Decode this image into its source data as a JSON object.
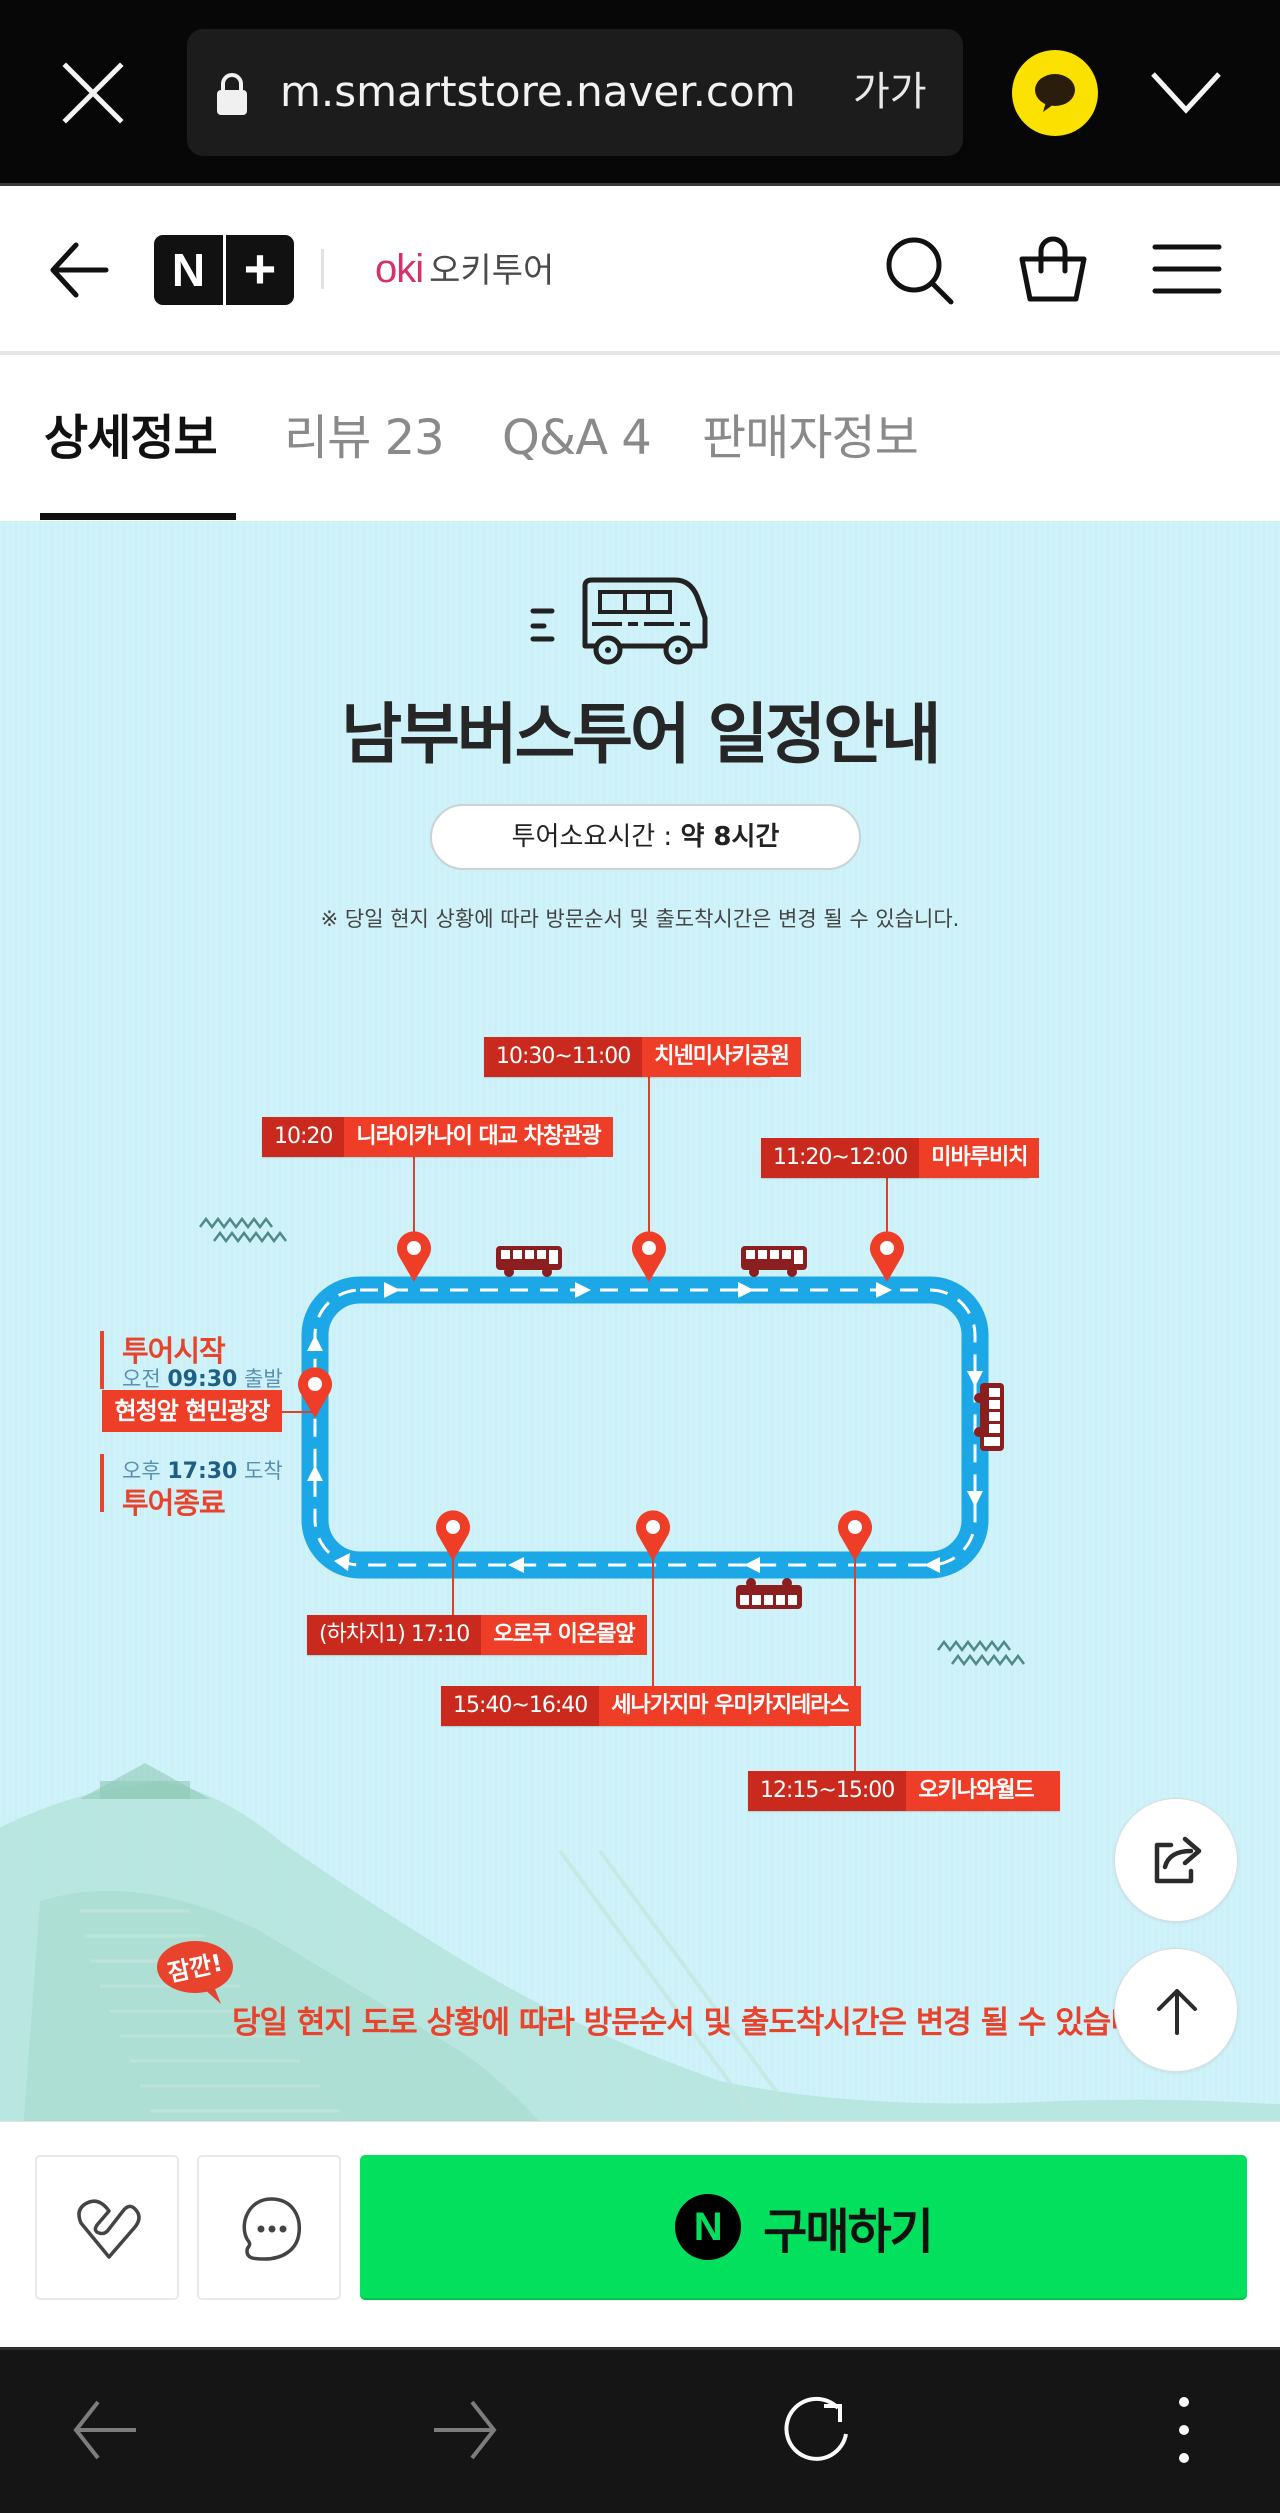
{
  "browser": {
    "url": "m.smartstore.naver.com",
    "font_size_label": "가가",
    "icons": {
      "close": "close-icon",
      "lock": "lock-icon",
      "kakao": "kakaotalk-icon",
      "expand": "chevron-down-icon"
    }
  },
  "header": {
    "logo": {
      "left": "N",
      "right": "+"
    },
    "store_brand_en": "oki",
    "store_brand_kr": "오키투어",
    "icons": [
      "back-arrow-icon",
      "search-icon",
      "shopping-bag-icon",
      "hamburger-menu-icon"
    ]
  },
  "tabs": [
    {
      "label": "상세정보",
      "active": true
    },
    {
      "label": "리뷰 23",
      "active": false
    },
    {
      "label": "Q&A 4",
      "active": false
    },
    {
      "label": "판매자정보",
      "active": false
    }
  ],
  "detail": {
    "title": "남부버스투어 일정안내",
    "duration_label": "투어소요시간 : ",
    "duration_value": "약 8시간",
    "notice_small": "※  당일 현지 상황에 따라 방문순서 및 출도착시간은 변경 될 수 있습니다.",
    "start": {
      "title": "투어시작",
      "depart_prefix": "오전",
      "depart_time": "09:30",
      "depart_suffix": "출발",
      "place": "현청앞 현민광장",
      "arrive_prefix": "오후",
      "arrive_time": "17:30",
      "arrive_suffix": "도착",
      "end_title": "투어종료"
    },
    "stops": [
      {
        "time": "10:20",
        "name": "니라이카나이 대교 차창관광"
      },
      {
        "time": "10:30~11:00",
        "name": "치넨미사키공원"
      },
      {
        "time": "11:20~12:00",
        "name": "미바루비치"
      },
      {
        "time": "12:15~15:00",
        "name": "오키나와월드"
      },
      {
        "time": "15:40~16:40",
        "name": "세나가지마 우미카지테라스"
      },
      {
        "time": "(하차지1) 17:10",
        "name": "오로쿠 이온몰앞"
      }
    ],
    "wait_badge": "잠깐!",
    "wait_note": "당일 현지 도로 상황에 따라 방문순서 및 출도착시간은 변경 될 수 있습니다.",
    "colors": {
      "background": "#cdf1f8",
      "route": "#1ca7e6",
      "label_time": "#c92a1d",
      "label_name": "#ef3e27",
      "bus": "#8b1e1e"
    }
  },
  "floating": {
    "share_icon": "share-icon",
    "top_icon": "arrow-up-icon"
  },
  "action_bar": {
    "wish_icon": "heart-icon",
    "talk_icon": "chat-bubble-icon",
    "buy_badge": "N",
    "buy_label": "구매하기",
    "buy_color": "#03e05d"
  },
  "nav": {
    "icons": [
      "back-icon",
      "forward-icon",
      "refresh-icon",
      "more-vertical-icon"
    ]
  }
}
